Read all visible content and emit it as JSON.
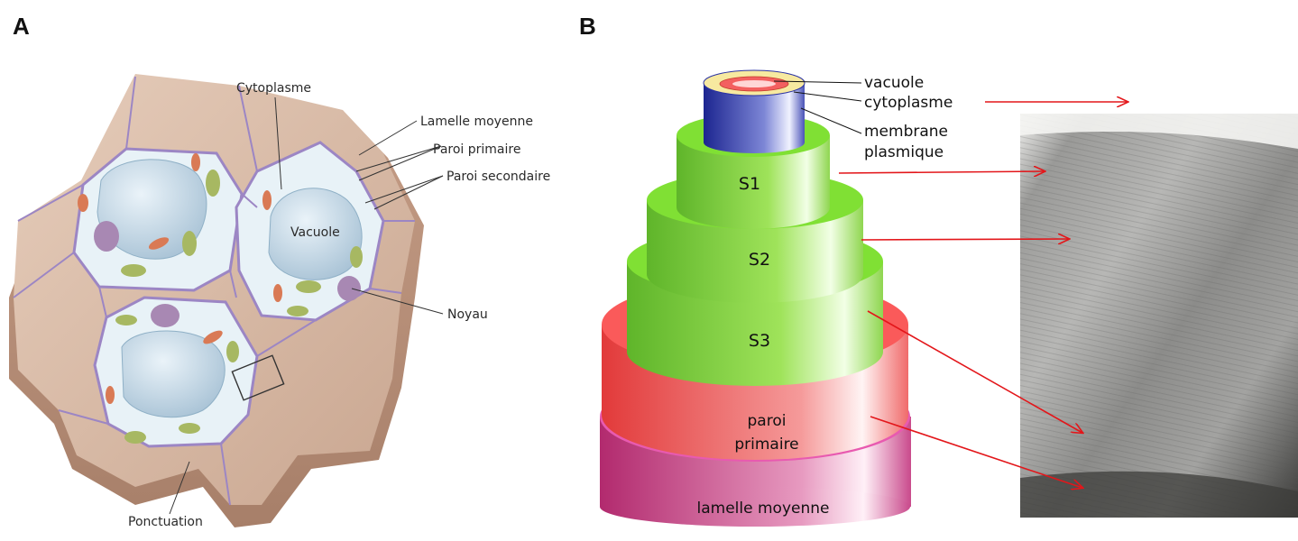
{
  "panel_a": {
    "letter": "A",
    "labels": {
      "cytoplasme": "Cytoplasme",
      "lamelle_moyenne": "Lamelle moyenne",
      "paroi_primaire": "Paroi primaire",
      "paroi_secondaire": "Paroi secondaire",
      "vacuole": "Vacuole",
      "noyau": "Noyau",
      "ponctuation": "Ponctuation"
    }
  },
  "panel_b": {
    "letter": "B",
    "labels": {
      "vacuole": "vacuole",
      "cytoplasme": "cytoplasme",
      "membrane": "membrane",
      "plasmique": "plasmique",
      "s1": "S1",
      "s2": "S2",
      "s3": "S3",
      "paroi": "paroi",
      "primaire": "primaire",
      "lamelle_moyenne": "lamelle moyenne"
    }
  },
  "colors": {
    "wall": "#d9b9a4",
    "wall_dark": "#b78f78",
    "lamella": "#9c86c4",
    "cytoplasm": "#e6f1f6",
    "vacuole": "#b7cfe0",
    "nucleus": "#a888b3",
    "chloroplast": "#a7b862",
    "mitochondria": "#d97a55",
    "s_layers": "#7fd43a",
    "paroi_primaire": "#f05a5a",
    "lamelle_moyenne": "#c23a7c",
    "membrane": "#2b33a3",
    "arrow": "#e3161a"
  }
}
